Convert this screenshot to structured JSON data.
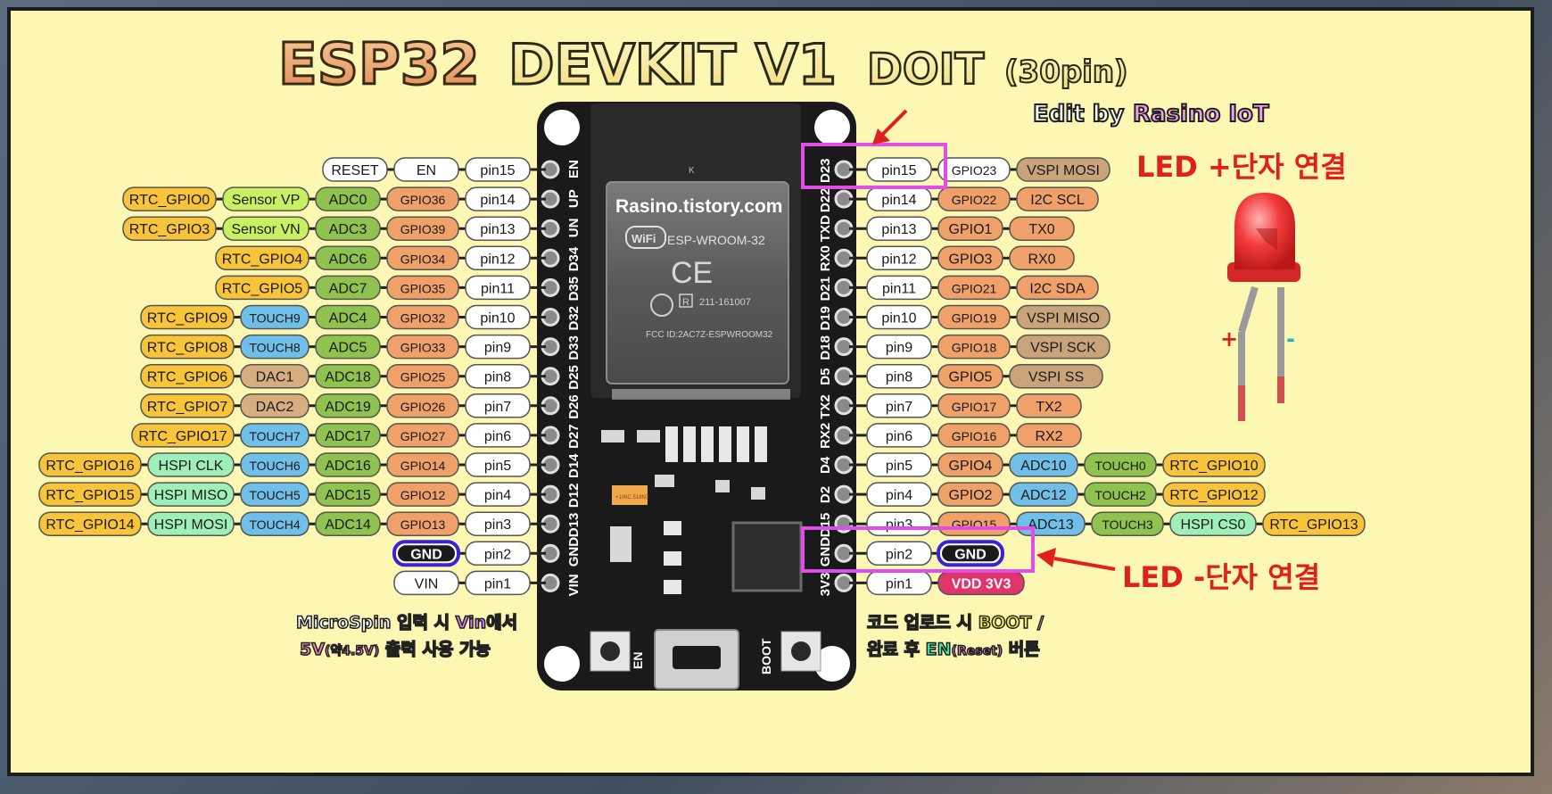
{
  "title": {
    "part1": "ESP32",
    "part2": "DEVKIT V1",
    "part3": "DOIT",
    "part4": "(30pin)"
  },
  "edit_credit": {
    "prefix": "Edit by",
    "name": "Rasino IoT"
  },
  "module": {
    "brand": "Rasino.tistory.com",
    "wifi": "WiFi",
    "model": "ESP-WROOM-32",
    "ce": "CE",
    "r_mark": "R",
    "cert": "211-161007",
    "fcc": "FCC ID:2AC7Z-ESPWROOM32",
    "chip_top": "K"
  },
  "board": {
    "en_button": "EN",
    "boot_button": "BOOT",
    "cap": "+106C 518N3"
  },
  "left_rows": [
    {
      "silk": "EN",
      "pin": "pin15",
      "labels": [
        {
          "t": "EN",
          "c": "white"
        },
        {
          "t": "RESET",
          "c": "white"
        }
      ]
    },
    {
      "silk": "UP",
      "pin": "pin14",
      "labels": [
        {
          "t": "GPIO36",
          "c": "gpio"
        },
        {
          "t": "ADC0",
          "c": "adc"
        },
        {
          "t": "Sensor VP",
          "c": "sensor"
        },
        {
          "t": "RTC_GPIO0",
          "c": "rtc"
        }
      ]
    },
    {
      "silk": "UN",
      "pin": "pin13",
      "labels": [
        {
          "t": "GPIO39",
          "c": "gpio"
        },
        {
          "t": "ADC3",
          "c": "adc"
        },
        {
          "t": "Sensor VN",
          "c": "sensor"
        },
        {
          "t": "RTC_GPIO3",
          "c": "rtc"
        }
      ]
    },
    {
      "silk": "D34",
      "pin": "pin12",
      "labels": [
        {
          "t": "GPIO34",
          "c": "gpio"
        },
        {
          "t": "ADC6",
          "c": "adc"
        },
        {
          "t": "RTC_GPIO4",
          "c": "rtc"
        }
      ]
    },
    {
      "silk": "D35",
      "pin": "pin11",
      "labels": [
        {
          "t": "GPIO35",
          "c": "gpio"
        },
        {
          "t": "ADC7",
          "c": "adc"
        },
        {
          "t": "RTC_GPIO5",
          "c": "rtc"
        }
      ]
    },
    {
      "silk": "D32",
      "pin": "pin10",
      "labels": [
        {
          "t": "GPIO32",
          "c": "gpio"
        },
        {
          "t": "ADC4",
          "c": "adc"
        },
        {
          "t": "TOUCH9",
          "c": "touch"
        },
        {
          "t": "RTC_GPIO9",
          "c": "rtc"
        }
      ]
    },
    {
      "silk": "D33",
      "pin": "pin9",
      "labels": [
        {
          "t": "GPIO33",
          "c": "gpio"
        },
        {
          "t": "ADC5",
          "c": "adc"
        },
        {
          "t": "TOUCH8",
          "c": "touch"
        },
        {
          "t": "RTC_GPIO8",
          "c": "rtc"
        }
      ]
    },
    {
      "silk": "D25",
      "pin": "pin8",
      "labels": [
        {
          "t": "GPIO25",
          "c": "gpio"
        },
        {
          "t": "ADC18",
          "c": "adc"
        },
        {
          "t": "DAC1",
          "c": "dac"
        },
        {
          "t": "RTC_GPIO6",
          "c": "rtc"
        }
      ]
    },
    {
      "silk": "D26",
      "pin": "pin7",
      "labels": [
        {
          "t": "GPIO26",
          "c": "gpio"
        },
        {
          "t": "ADC19",
          "c": "adc"
        },
        {
          "t": "DAC2",
          "c": "dac"
        },
        {
          "t": "RTC_GPIO7",
          "c": "rtc"
        }
      ]
    },
    {
      "silk": "D27",
      "pin": "pin6",
      "labels": [
        {
          "t": "GPIO27",
          "c": "gpio"
        },
        {
          "t": "ADC17",
          "c": "adc"
        },
        {
          "t": "TOUCH7",
          "c": "touch"
        },
        {
          "t": "RTC_GPIO17",
          "c": "rtc"
        }
      ]
    },
    {
      "silk": "D14",
      "pin": "pin5",
      "labels": [
        {
          "t": "GPIO14",
          "c": "gpio"
        },
        {
          "t": "ADC16",
          "c": "adc"
        },
        {
          "t": "TOUCH6",
          "c": "touch"
        },
        {
          "t": "HSPI CLK",
          "c": "hspi"
        },
        {
          "t": "RTC_GPIO16",
          "c": "rtc"
        }
      ]
    },
    {
      "silk": "D12",
      "pin": "pin4",
      "labels": [
        {
          "t": "GPIO12",
          "c": "gpio"
        },
        {
          "t": "ADC15",
          "c": "adc"
        },
        {
          "t": "TOUCH5",
          "c": "touch"
        },
        {
          "t": "HSPI MISO",
          "c": "hspi"
        },
        {
          "t": "RTC_GPIO15",
          "c": "rtc"
        }
      ]
    },
    {
      "silk": "D13",
      "pin": "pin3",
      "labels": [
        {
          "t": "GPIO13",
          "c": "gpio"
        },
        {
          "t": "ADC14",
          "c": "adc"
        },
        {
          "t": "TOUCH4",
          "c": "touch"
        },
        {
          "t": "HSPI MOSI",
          "c": "hspi"
        },
        {
          "t": "RTC_GPIO14",
          "c": "rtc"
        }
      ]
    },
    {
      "silk": "GND",
      "pin": "pin2",
      "labels": [
        {
          "t": "GND",
          "c": "gnd"
        }
      ]
    },
    {
      "silk": "VIN",
      "pin": "pin1",
      "labels": [
        {
          "t": "VIN",
          "c": "white"
        }
      ]
    }
  ],
  "right_rows": [
    {
      "silk": "D23",
      "pin": "pin15",
      "labels": [
        {
          "t": "GPIO23",
          "c": "white"
        },
        {
          "t": "VSPI MOSI",
          "c": "vspi"
        }
      ]
    },
    {
      "silk": "D22",
      "pin": "pin14",
      "labels": [
        {
          "t": "GPIO22",
          "c": "gpio"
        },
        {
          "t": "I2C SCL",
          "c": "gpio"
        }
      ]
    },
    {
      "silk": "TXD",
      "pin": "pin13",
      "labels": [
        {
          "t": "GPIO1",
          "c": "gpio"
        },
        {
          "t": "TX0",
          "c": "gpio"
        }
      ]
    },
    {
      "silk": "RX0",
      "pin": "pin12",
      "labels": [
        {
          "t": "GPIO3",
          "c": "gpio"
        },
        {
          "t": "RX0",
          "c": "gpio"
        }
      ]
    },
    {
      "silk": "D21",
      "pin": "pin11",
      "labels": [
        {
          "t": "GPIO21",
          "c": "gpio"
        },
        {
          "t": "I2C SDA",
          "c": "gpio"
        }
      ]
    },
    {
      "silk": "D19",
      "pin": "pin10",
      "labels": [
        {
          "t": "GPIO19",
          "c": "gpio"
        },
        {
          "t": "VSPI MISO",
          "c": "vspi"
        }
      ]
    },
    {
      "silk": "D18",
      "pin": "pin9",
      "labels": [
        {
          "t": "GPIO18",
          "c": "gpio"
        },
        {
          "t": "VSPI SCK",
          "c": "vspi"
        }
      ]
    },
    {
      "silk": "D5",
      "pin": "pin8",
      "labels": [
        {
          "t": "GPIO5",
          "c": "gpio"
        },
        {
          "t": "VSPI SS",
          "c": "vspi"
        }
      ]
    },
    {
      "silk": "TX2",
      "pin": "pin7",
      "labels": [
        {
          "t": "GPIO17",
          "c": "gpio"
        },
        {
          "t": "TX2",
          "c": "gpio"
        }
      ]
    },
    {
      "silk": "RX2",
      "pin": "pin6",
      "labels": [
        {
          "t": "GPIO16",
          "c": "gpio"
        },
        {
          "t": "RX2",
          "c": "gpio"
        }
      ]
    },
    {
      "silk": "D4",
      "pin": "pin5",
      "labels": [
        {
          "t": "GPIO4",
          "c": "gpio"
        },
        {
          "t": "ADC10",
          "c": "touch"
        },
        {
          "t": "TOUCH0",
          "c": "adc"
        },
        {
          "t": "RTC_GPIO10",
          "c": "rtc"
        }
      ]
    },
    {
      "silk": "D2",
      "pin": "pin4",
      "labels": [
        {
          "t": "GPIO2",
          "c": "gpio"
        },
        {
          "t": "ADC12",
          "c": "touch"
        },
        {
          "t": "TOUCH2",
          "c": "adc"
        },
        {
          "t": "RTC_GPIO12",
          "c": "rtc"
        }
      ]
    },
    {
      "silk": "D15",
      "pin": "pin3",
      "labels": [
        {
          "t": "GPIO15",
          "c": "gpio"
        },
        {
          "t": "ADC13",
          "c": "touch"
        },
        {
          "t": "TOUCH3",
          "c": "adc"
        },
        {
          "t": "HSPI CS0",
          "c": "hspi"
        },
        {
          "t": "RTC_GPIO13",
          "c": "rtc"
        }
      ]
    },
    {
      "silk": "GND",
      "pin": "pin2",
      "labels": [
        {
          "t": "GND",
          "c": "gnd"
        }
      ]
    },
    {
      "silk": "3V3",
      "pin": "pin1",
      "labels": [
        {
          "t": "VDD 3V3",
          "c": "vdd"
        }
      ]
    }
  ],
  "notes": {
    "left_line1_a": "MicroSpin 입력 시 ",
    "left_line1_b": "Vin",
    "left_line1_c": "에서",
    "left_line2_a": "5V",
    "left_line2_b": "(약4.5V)",
    "left_line2_c": " 출력 사용 가능",
    "right_line1_a": "코드 업로드 시 ",
    "right_line1_b": "BOOT",
    "right_line1_c": " /",
    "right_line2_a": "완료 후 ",
    "right_line2_b": "EN",
    "right_line2_c": "(Reset)",
    "right_line2_d": " 버튼"
  },
  "annotations": {
    "led_plus": "LED +단자 연결",
    "led_minus": "LED -단자 연결",
    "plus_sign": "+",
    "minus_sign": "-"
  },
  "colors": {
    "background": "#fdf7b4",
    "board": "#1a1a1a",
    "highlight": "#e24de8",
    "arrow": "#e0201c",
    "gpio": "#f0a16a",
    "adc": "#8fc24e",
    "touch": "#6fbfe8",
    "rtc": "#f8c43a",
    "sensor": "#c9f062",
    "dac": "#d6ae80",
    "hspi": "#9ff0b8",
    "vspi": "#c9a47a",
    "vdd": "#e0356a",
    "white": "#ffffff"
  }
}
